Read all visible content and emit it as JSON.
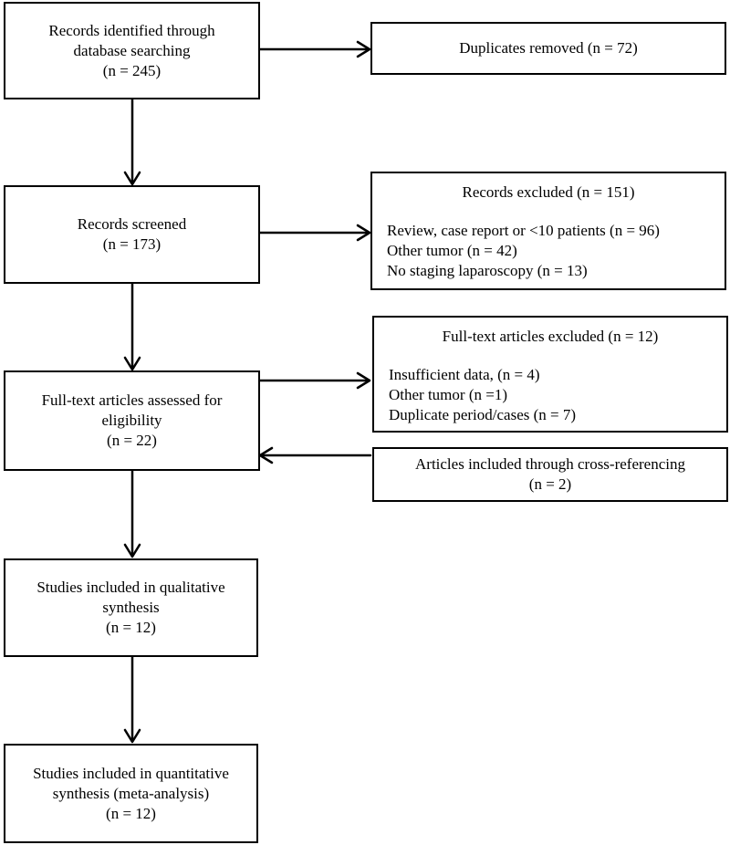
{
  "diagram": {
    "identification": {
      "lines": [
        "Records identified through",
        "database searching",
        "(n = 245)"
      ]
    },
    "duplicates": {
      "text": "Duplicates removed (n = 72)"
    },
    "screened": {
      "lines": [
        "Records screened",
        "(n = 173)"
      ]
    },
    "records_excluded": {
      "title": "Records excluded (n = 151)",
      "items": [
        "Review, case report or <10 patients (n = 96)",
        "Other tumor (n = 42)",
        "No staging laparoscopy (n = 13)"
      ]
    },
    "eligibility": {
      "lines": [
        "Full-text articles assessed for",
        "eligibility",
        "(n = 22)"
      ]
    },
    "fulltext_excluded": {
      "title": "Full-text articles excluded (n = 12)",
      "items": [
        "Insufficient data, (n = 4)",
        "Other tumor (n =1)",
        "Duplicate period/cases (n = 7)"
      ]
    },
    "cross_ref": {
      "lines": [
        "Articles included through cross-referencing",
        "(n = 2)"
      ]
    },
    "qualitative": {
      "lines": [
        "Studies included in qualitative",
        "synthesis",
        "(n = 12)"
      ]
    },
    "quantitative": {
      "lines": [
        "Studies included in quantitative",
        "synthesis (meta-analysis)",
        "(n = 12)"
      ]
    }
  }
}
